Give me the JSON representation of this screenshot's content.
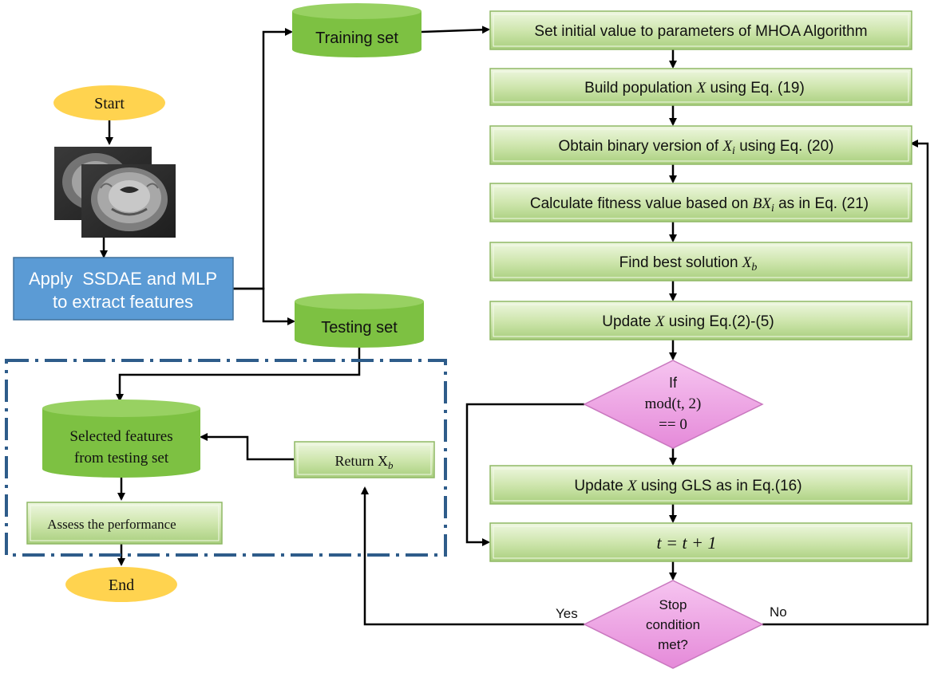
{
  "start": {
    "text": "Start"
  },
  "end": {
    "text": "End"
  },
  "feature_box": {
    "line1": "Apply  SSDAE and MLP",
    "line2": "to extract features"
  },
  "training_set": {
    "text": "Training set"
  },
  "testing_set": {
    "text": "Testing set"
  },
  "selected_features": {
    "line1": "Selected features",
    "line2": "from testing set"
  },
  "return_box": {
    "text": "Return X",
    "sub": "b"
  },
  "assess_box": {
    "text": "Assess the performance"
  },
  "steps": {
    "s1": {
      "text": "Set initial value to parameters of MHOA Algorithm"
    },
    "s2": {
      "pre": "Build population ",
      "var": "X",
      "post": " using Eq. (19)"
    },
    "s3": {
      "pre": "Obtain binary version of ",
      "var": "X",
      "sub": "i",
      "post": " using Eq. (20)"
    },
    "s4": {
      "pre": "Calculate fitness value based on ",
      "var": "BX",
      "sub": "i",
      "post": " as in Eq. (21)"
    },
    "s5": {
      "pre": "Find best solution ",
      "var": "X",
      "sub": "b"
    },
    "s6": {
      "pre": "Update ",
      "var": "X",
      "post": " using Eq.(2)-(5)"
    },
    "s7": {
      "pre": "Update ",
      "var": "X",
      "post": " using GLS as in Eq.(16)"
    },
    "s8": {
      "text": "t = t + 1"
    }
  },
  "decision_mod": {
    "line1": "If",
    "line2": "mod(t, 2)",
    "line3": "== 0"
  },
  "decision_stop": {
    "line1": "Stop",
    "line2": "condition",
    "line3": "met?"
  },
  "labels": {
    "yes": "Yes",
    "no": "No"
  },
  "colors": {
    "terminal": "#ffd34f",
    "feature_box": "#5b9bd5",
    "cylinder": "#7dc142",
    "bevel_box": "#d4e9b5",
    "diamond": "#ef9ee6",
    "dashed_border": "#2e5c8a"
  }
}
